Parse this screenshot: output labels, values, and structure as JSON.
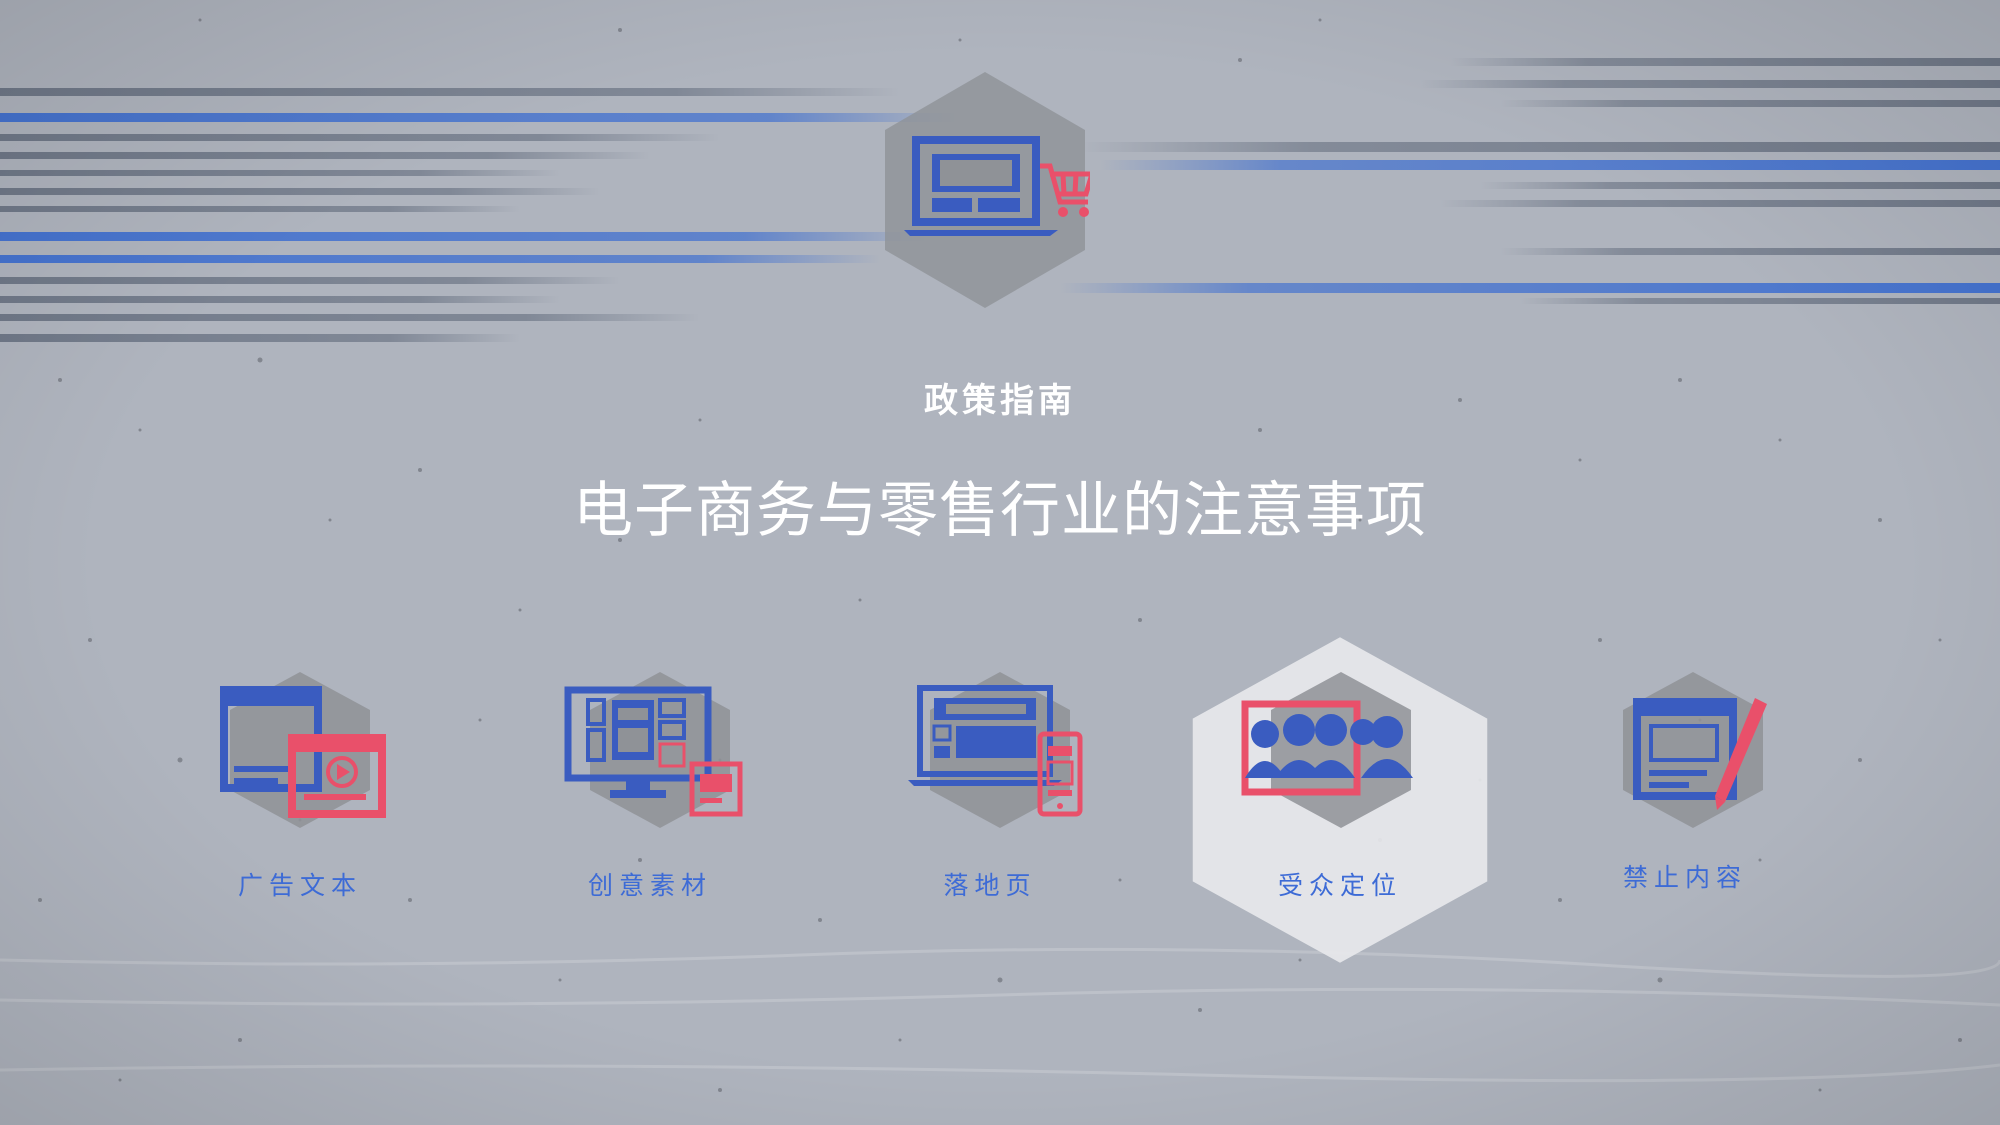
{
  "hero": {
    "icon": "laptop-shopping-cart-icon"
  },
  "eyebrow": "政策指南",
  "headline": "电子商务与零售行业的注意事项",
  "colors": {
    "blue": "#3a5cc0",
    "red": "#e9506a",
    "hex_gray": "#8f9297",
    "label_blue": "#3d6bd6",
    "active_hex": "#e7e8ec"
  },
  "nav": [
    {
      "label": "广告文本",
      "icon": "ad-text-video-icon",
      "active": false
    },
    {
      "label": "创意素材",
      "icon": "creative-monitor-icon",
      "active": false
    },
    {
      "label": "落地页",
      "icon": "landing-page-laptop-phone-icon",
      "active": false
    },
    {
      "label": "受众定位",
      "icon": "audience-people-icon",
      "active": true
    },
    {
      "label": "禁止内容",
      "icon": "prohibited-content-edit-icon",
      "active": false
    }
  ]
}
